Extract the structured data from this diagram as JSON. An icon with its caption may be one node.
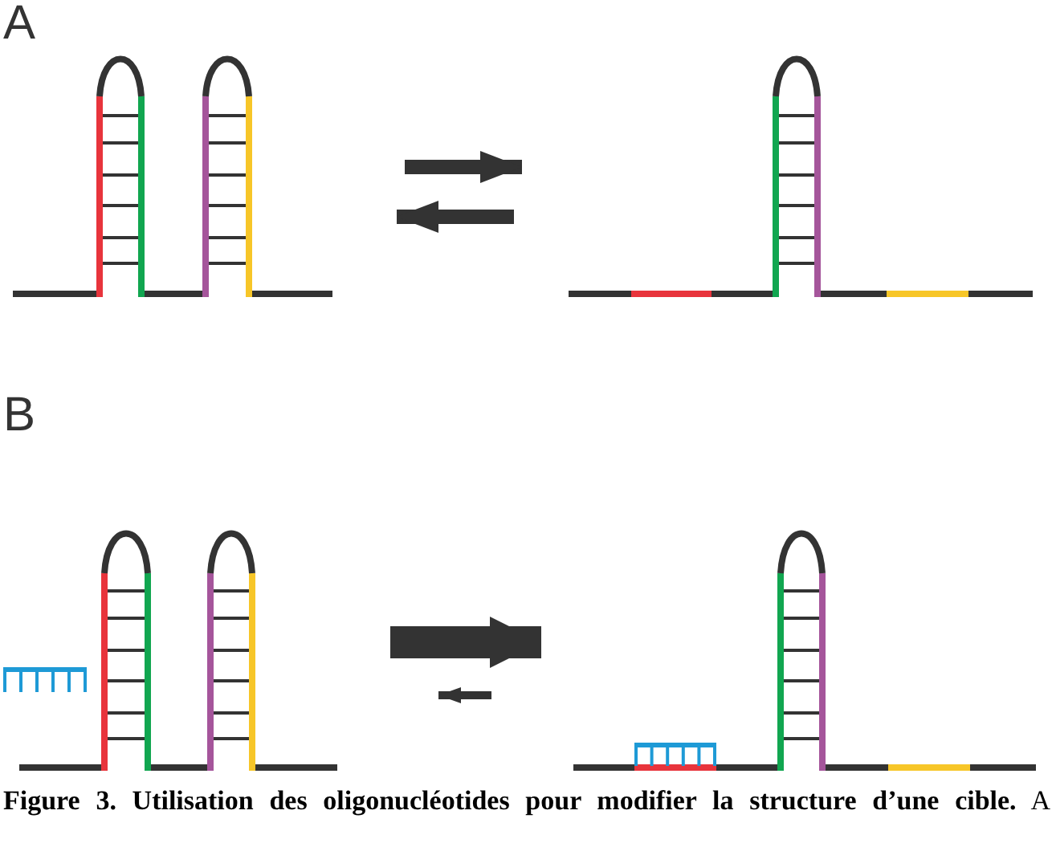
{
  "diagram": {
    "caption": "**Figure 3. Utilisation des oligonucléotides pour modifier la structure d’une cible.** A",
    "nodes": [
      {
        "text": [],
        "shape": "picture"
      },
      {
        "text": [],
        "shape": "picture"
      },
      {
        "text": [],
        "shape": "picture"
      },
      {
        "text": [],
        "shape": "picture"
      }
    ],
    "edges": [
      {
        "from": 0,
        "to": 1,
        "arrow": "to"
      },
      {
        "from": 1,
        "to": 0,
        "arrow": "to"
      },
      {
        "from": 2,
        "to": 3,
        "arrow": "to",
        "style": "thick"
      },
      {
        "from": 3,
        "to": 2,
        "arrow": "to"
      }
    ],
    "labels": [
      "A",
      "B"
    ]
  }
}
